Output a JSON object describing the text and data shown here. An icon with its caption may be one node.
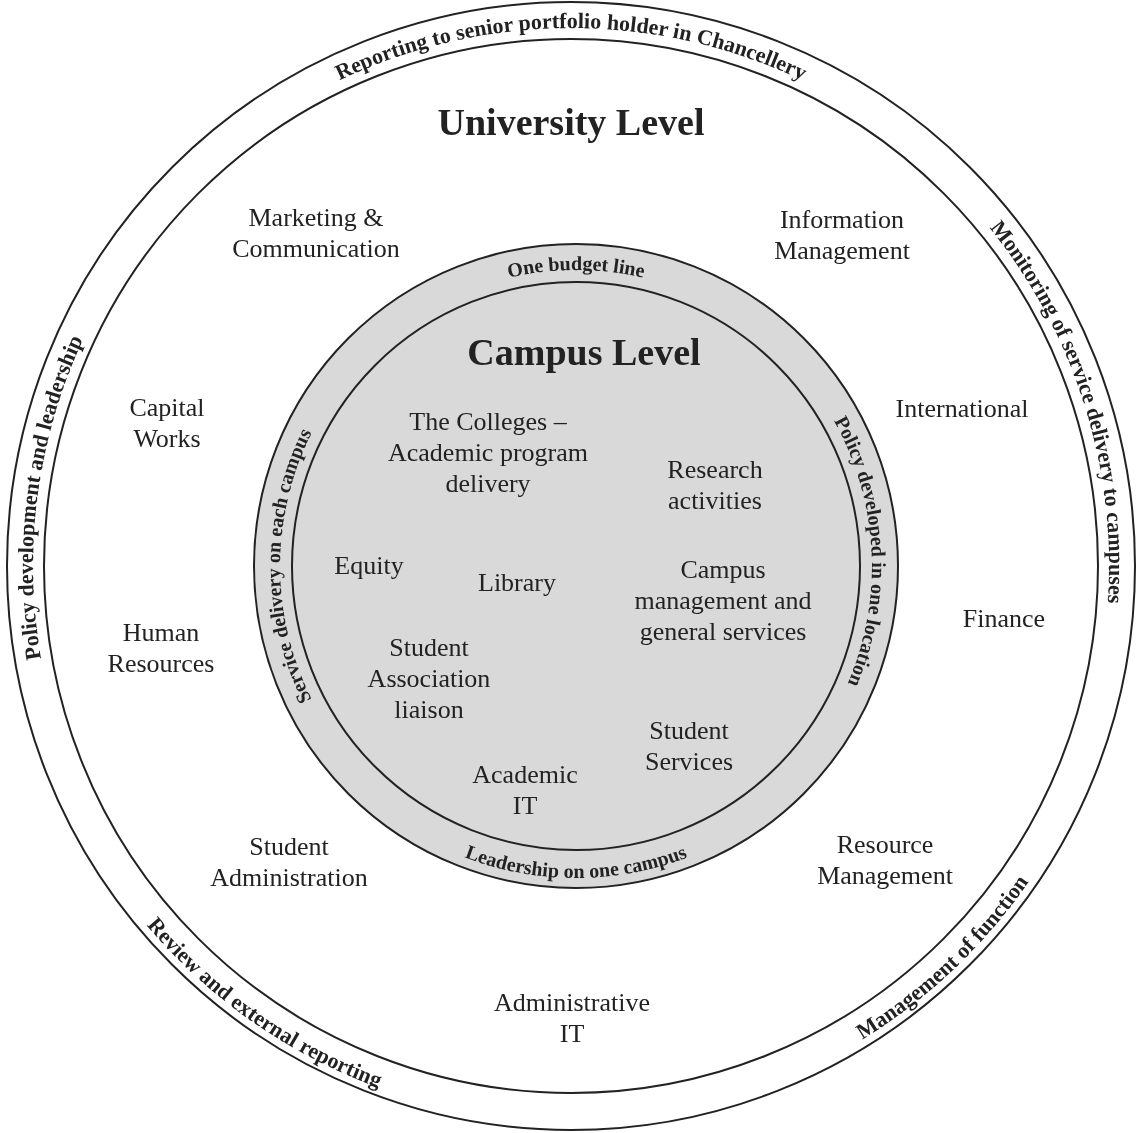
{
  "diagram": {
    "nodes": [
      {
        "text": [
          "Reporting to senior portfolio holder in Chancellery",
          "Monitoring of service delivery to campuses",
          "Management of function",
          "Review and external reporting",
          "Policy development and leadership"
        ]
      },
      {
        "text": [
          "University Level"
        ],
        "in": 0
      },
      {
        "text": [
          "One budget line",
          "Policy developed in one location",
          "Leadership on one campus",
          "Service delivery on each campus"
        ],
        "in": 1
      },
      {
        "text": [
          "Campus Level"
        ],
        "in": 2
      }
    ],
    "labels": [
      "Marketing & Communication",
      "Information Management",
      "Capital Works",
      "International",
      "The Colleges – Academic program delivery",
      "Research activities",
      "Equity",
      "Library",
      "Campus management and general services",
      "Human Resources",
      "Finance",
      "Student Association liaison",
      "Student Services",
      "Academic IT",
      "Student Administration",
      "Resource Management",
      "Administrative IT"
    ]
  }
}
